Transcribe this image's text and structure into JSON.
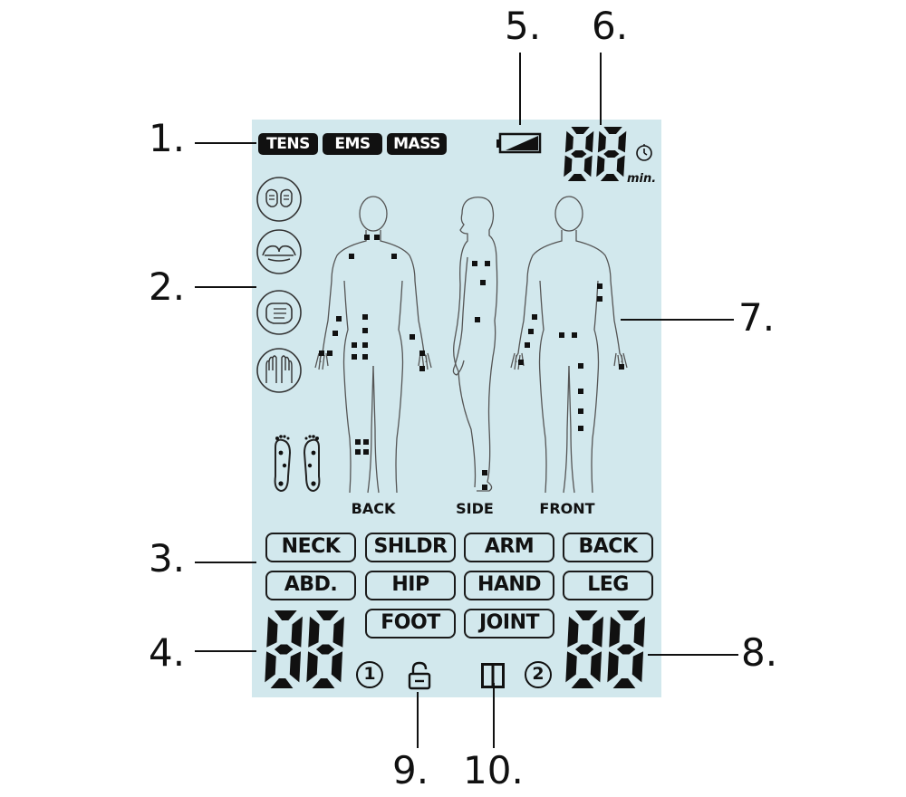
{
  "callouts": {
    "c1": "1.",
    "c2": "2.",
    "c3": "3.",
    "c4": "4.",
    "c5": "5.",
    "c6": "6.",
    "c7": "7.",
    "c8": "8.",
    "c9": "9.",
    "c10": "10."
  },
  "modes": [
    "TENS",
    "EMS",
    "MASS"
  ],
  "timer": {
    "digits": "88",
    "unit": "min."
  },
  "body_views": [
    "BACK",
    "SIDE",
    "FRONT"
  ],
  "body_parts": {
    "row1": [
      "NECK",
      "SHLDR",
      "ARM",
      "BACK"
    ],
    "row2": [
      "ABD.",
      "HIP",
      "HAND",
      "LEG"
    ],
    "row3": [
      "FOOT",
      "JOINT"
    ]
  },
  "channel1": {
    "intensity_digits": "88",
    "label": "1"
  },
  "channel2": {
    "intensity_digits": "88",
    "label": "2"
  },
  "icons": {
    "battery": "battery-icon",
    "timer": "clock-icon",
    "lock": "lock-icon",
    "pause": "pause-icon",
    "massage_modes": [
      "kneading-hands-icon",
      "pressing-palms-icon",
      "fist-tapping-icon",
      "open-palms-icon"
    ],
    "feet": "feet-icon"
  },
  "colors": {
    "lcd_background": "#d2e8ed",
    "segment": "#111111"
  }
}
